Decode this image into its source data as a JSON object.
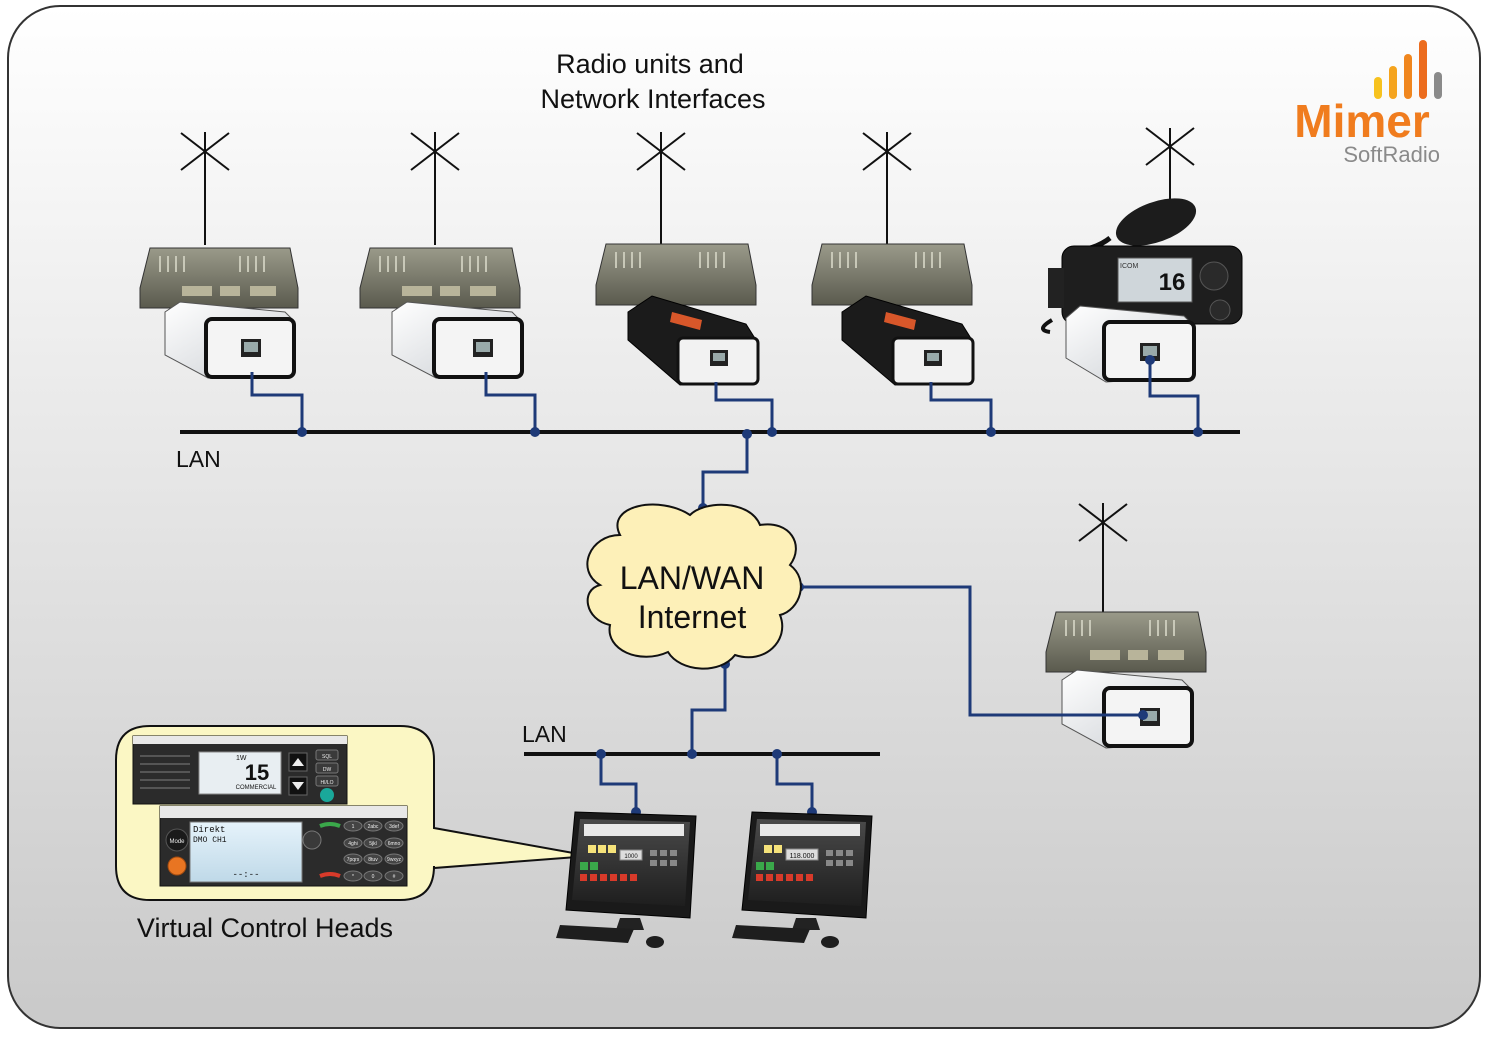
{
  "title": {
    "line1": "Radio units and",
    "line2": "Network Interfaces"
  },
  "logo": {
    "brand": "Mimer",
    "product": "SoftRadio"
  },
  "labels": {
    "lan_top": "LAN",
    "lan_bottom": "LAN",
    "cloud_line1": "LAN/WAN",
    "cloud_line2": "Internet",
    "vch_caption": "Virtual Control Heads"
  },
  "control_head_1": {
    "power": "1W",
    "channel": "15",
    "mode": "COMMERCIAL",
    "buttons": [
      "SQL",
      "DW",
      "HI/LO"
    ]
  },
  "control_head_2": {
    "line1": "Direkt",
    "line2": "DMO  CH1",
    "status": "--:--",
    "knob_label": "Mode",
    "keys": [
      "1",
      "2abc",
      "3def",
      "4ghi",
      "5jkl",
      "6mno",
      "7pqrs",
      "8tuv",
      "9wxyz",
      "*",
      "0",
      "#"
    ]
  },
  "workstations": [
    {
      "display_value": "1000"
    },
    {
      "display_value": "118.000"
    }
  ],
  "icom_display": {
    "brand": "ICOM",
    "channel": "16"
  },
  "colors": {
    "line_blue": "#1e3a78",
    "lan_black": "#111111",
    "cloud_fill": "#fdf0b8",
    "callout_fill": "#fbf7c4",
    "logo_orange": "#f07c1e",
    "logo_gray": "#888888"
  }
}
